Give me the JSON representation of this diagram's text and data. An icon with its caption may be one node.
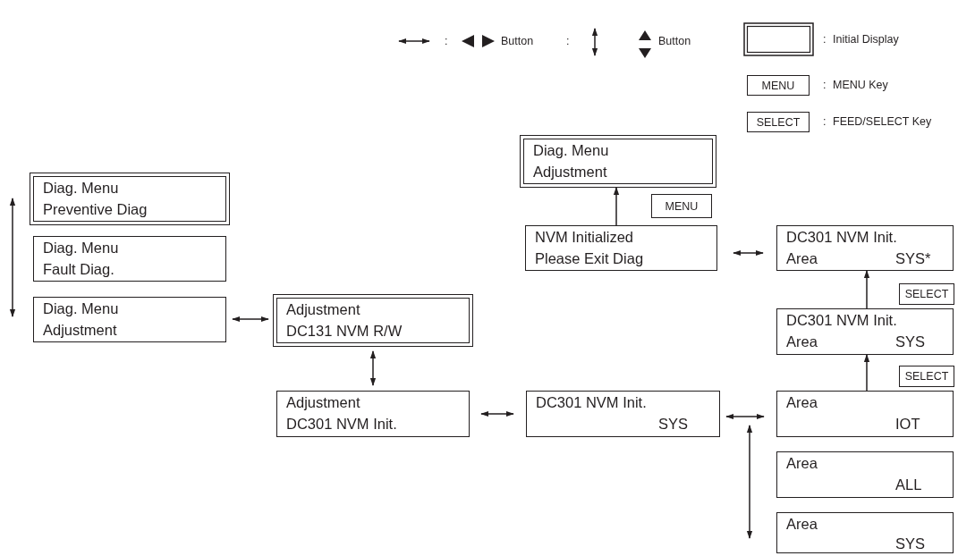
{
  "diagram": {
    "nodes": [
      {
        "text": [
          "Diag. Menu",
          "Preventive Diag"
        ]
      },
      {
        "text": [
          "Diag. Menu",
          "Fault Diag."
        ]
      },
      {
        "text": [
          "Diag. Menu",
          "Adjustment"
        ]
      },
      {
        "text": [
          "Adjustment",
          "DC131 NVM R/W"
        ]
      },
      {
        "text": [
          "Adjustment",
          "DC301 NVM Init."
        ]
      },
      {
        "text": [
          "DC301 NVM Init.",
          "SYS"
        ]
      },
      {
        "text": [
          "Diag. Menu",
          "Adjustment"
        ]
      },
      {
        "text": [
          "NVM Initialized",
          "Please Exit Diag"
        ]
      },
      {
        "text": [
          "DC301 NVM Init.",
          "Area",
          "SYS*"
        ]
      },
      {
        "text": [
          "DC301 NVM Init.",
          "Area",
          "SYS"
        ]
      },
      {
        "text": [
          "Area",
          "IOT"
        ]
      },
      {
        "text": [
          "Area",
          "ALL"
        ]
      },
      {
        "text": [
          "Area",
          "SYS"
        ]
      }
    ],
    "edges": [
      {
        "from": 0,
        "to": 2,
        "arrow": "both"
      },
      {
        "from": 2,
        "to": 3,
        "arrow": "both"
      },
      {
        "from": 3,
        "to": 4,
        "arrow": "both"
      },
      {
        "from": 4,
        "to": 5,
        "arrow": "both"
      },
      {
        "from": 5,
        "to": 10,
        "arrow": "both"
      },
      {
        "from": 10,
        "to": 12,
        "arrow": "both"
      },
      {
        "from": 10,
        "to": 9,
        "arrow": "to",
        "label": "SELECT"
      },
      {
        "from": 9,
        "to": 8,
        "arrow": "to",
        "label": "SELECT"
      },
      {
        "from": 7,
        "to": 8,
        "arrow": "both"
      },
      {
        "from": 7,
        "to": 6,
        "arrow": "to",
        "label": "MENU"
      }
    ],
    "labels": [
      ":",
      ":",
      ":",
      "MENU",
      ":",
      "SELECT",
      ":"
    ],
    "legend": [
      {
        "text": "Button"
      },
      {
        "text": "Button"
      },
      {
        "text": "Initial Display"
      },
      {
        "text": "MENU Key"
      },
      {
        "text": "FEED/SELECT Key"
      }
    ]
  }
}
